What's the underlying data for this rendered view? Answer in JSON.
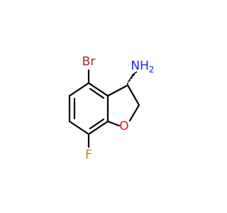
{
  "molecule": {
    "atoms": {
      "bromine": {
        "label": "Br",
        "color": "#a52a2a"
      },
      "amine": {
        "label": "NH",
        "subscript": "2",
        "color": "#2020ff"
      },
      "oxygen": {
        "label": "O",
        "color": "#ff0d0d"
      },
      "fluorine": {
        "label": "F",
        "color": "#b8860b"
      }
    },
    "bond_color": "#000000"
  }
}
